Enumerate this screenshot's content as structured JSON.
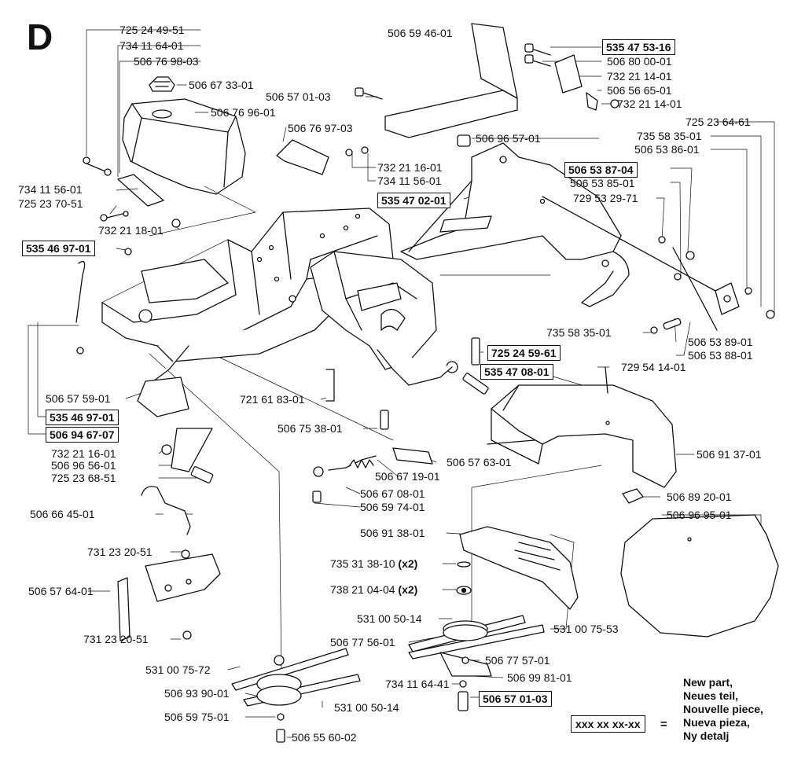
{
  "section_letter": "D",
  "legend": {
    "key_text": "xxx xx xx-xx",
    "equals": "=",
    "lines": [
      "New part,",
      "Neues teil,",
      "Nouvelle piece,",
      "Nueva pieza,",
      "Ny detalj"
    ]
  },
  "labels": {
    "p_725244951": "725 24 49-51",
    "p_734116401": "734 11 64-01",
    "p_506769803": "506 76 98-03",
    "p_506673301": "506 67 33-01",
    "p_506769601": "506 76 96-01",
    "p_506769703": "506 76 97-03",
    "p_732211601a": "732 21 16-01",
    "p_734115601a": "734 11 56-01",
    "p_734115601b": "734 11 56-01",
    "p_725237051": "725 23 70-51",
    "p_732211801": "732 21 18-01",
    "p_506594601": "506 59 46-01",
    "p_506570103a": "506 57 01-03",
    "p_506800001": "506 80 00-01",
    "p_732211401a": "732 21 14-01",
    "p_506566501": "506 56 65-01",
    "p_732211401b": "732 21 14-01",
    "p_725236461": "725 23 64-61",
    "p_735583501a": "735 58 35-01",
    "p_506538601": "506 53 86-01",
    "p_506969701": "506 96 57-01",
    "p_506538501": "506 53 85-01",
    "p_729532971": "729 53 29-71",
    "p_735583501b": "735 58 35-01",
    "p_506538901": "506 53 89-01",
    "p_506538801": "506 53 88-01",
    "p_729541401": "729 54 14-01",
    "p_506575901": "506 57 59-01",
    "p_721618301": "721 61 83-01",
    "p_506753801": "506 75 38-01",
    "p_506913701": "506 91 37-01",
    "p_732211601b": "732 21 16-01",
    "p_506965601": "506 96 56-01",
    "p_725236851": "725 23 68-51",
    "p_506576301": "506 57 63-01",
    "p_506671901": "506 67 19-01",
    "p_506670801": "506 67 08-01",
    "p_506597401": "506 59 74-01",
    "p_506892001": "506 89 20-01",
    "p_506969501": "506 96 95-01",
    "p_506664501": "506 66 45-01",
    "p_506913801": "506 91 38-01",
    "p_731232051a": "731 23 20-51",
    "p_735313810": "735 31 38-10",
    "p_735313810_qty": "(x2)",
    "p_506576401": "506 57 64-01",
    "p_738210404": "738 21 04-04",
    "p_738210404_qty": "(x2)",
    "p_531005014a": "531 00 50-14",
    "p_531007553": "531 00 75-53",
    "p_506775601": "506 77 56-01",
    "p_731232051b": "731 23 20-51",
    "p_506775701": "506 77 57-01",
    "p_531007572": "531 00 75-72",
    "p_506998101": "506 99 81-01",
    "p_734116441": "734 11 64-41",
    "p_506939001": "506 93 90-01",
    "p_531005014b": "531 00 50-14",
    "p_506597501": "506 59 75-01",
    "p_506556002": "506 55 60-02"
  },
  "new_parts": {
    "n_535475316": "535 47 53-16",
    "n_506538704": "506 53 87-04",
    "n_535470201": "535 47 02-01",
    "n_535469701a": "535 46 97-01",
    "n_725245961": "725 24 59-61",
    "n_535470801": "535 47 08-01",
    "n_535469701b": "535 46 97-01",
    "n_506946707": "506 94 67-07",
    "n_506570103b": "506 57 01-03"
  }
}
